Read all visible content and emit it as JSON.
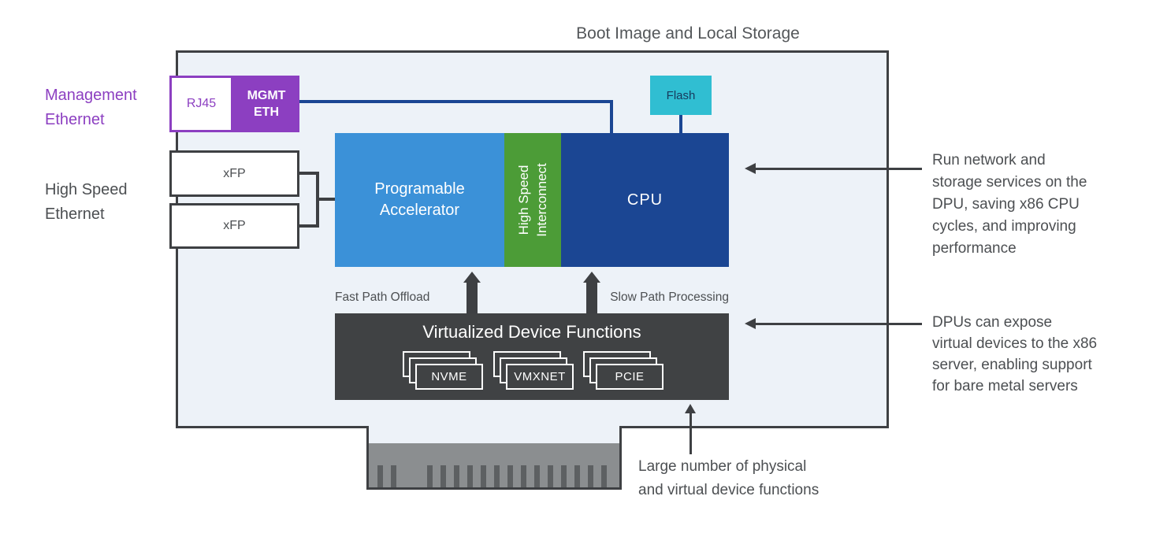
{
  "colors": {
    "purple": "#8c3fc1",
    "blue": "#3b91d8",
    "green": "#4c9c37",
    "navy": "#1b4693",
    "teal": "#30bed2",
    "charcoal": "#3e4043",
    "vdf": "#404244",
    "panel": "#edf2f8",
    "graytext": "#4c4f52",
    "conngray": "#8b8e90",
    "connpin": "#5d6062",
    "flashtext": "#17395c"
  },
  "diagram": {
    "title": "Boot Image and Local Storage",
    "left_labels": {
      "management_ethernet": "Management\nEthernet",
      "high_speed_ethernet": "High Speed\nEthernet"
    },
    "ports": {
      "rj45": "RJ45",
      "mgmt_eth": "MGMT\nETH",
      "xfp_top": "xFP",
      "xfp_bottom": "xFP",
      "flash": "Flash"
    },
    "blocks": {
      "accelerator": "Programable\nAccelerator",
      "interconnect": "High Speed\nInterconnect",
      "cpu": "CPU",
      "vdf_title": "Virtualized Device Functions"
    },
    "path_labels": {
      "fast": "Fast Path Offload",
      "slow": "Slow Path Processing"
    },
    "devices": [
      "NVME",
      "VMXNET",
      "PCIE"
    ],
    "annotations": {
      "cpu_note": "Run network and\nstorage services on the\nDPU, saving x86 CPU\ncycles, and improving\nperformance",
      "vdf_note": "DPUs can expose\nvirtual devices to the x86\nserver, enabling support\nfor bare metal servers",
      "connector_note": "Large number of physical\nand virtual device functions"
    }
  }
}
